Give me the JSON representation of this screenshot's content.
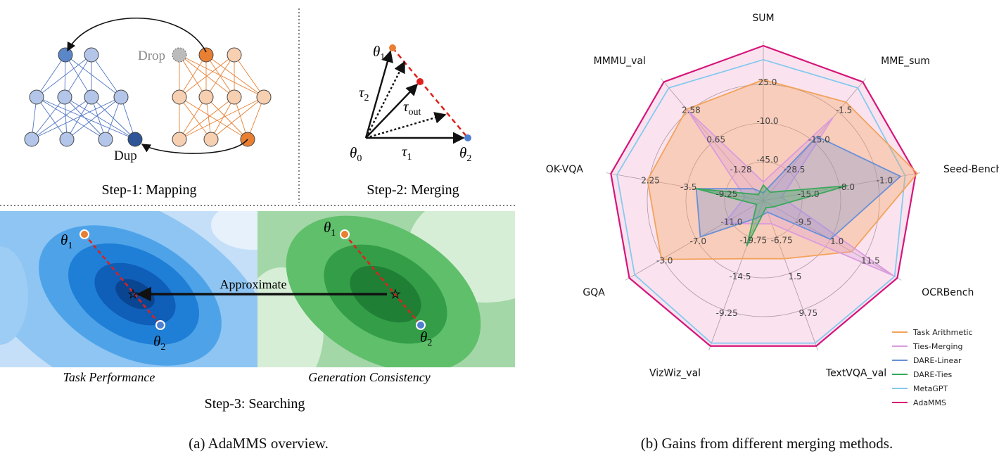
{
  "left_panel": {
    "step1": {
      "caption": "Step-1: Mapping",
      "drop_label": "Drop",
      "dup_label": "Dup"
    },
    "step2": {
      "caption": "Step-2: Merging",
      "theta0": "θ",
      "theta1": "θ",
      "theta2": "θ",
      "tau1": "τ",
      "tau2": "τ",
      "tau_out": "τ",
      "sub0": "0",
      "sub1": "1",
      "sub2": "2",
      "sub_out": "out"
    },
    "step3": {
      "caption": "Step-3: Searching",
      "approx_label": "Approximate",
      "left_title": "Task Performance",
      "right_title": "Generation Consistency",
      "theta1": "θ",
      "theta2": "θ",
      "sub1": "1",
      "sub2": "2"
    },
    "caption": "(a) AdaMMS overview."
  },
  "right_panel": {
    "caption": "(b) Gains from different merging methods."
  },
  "colors": {
    "blue_node": "#b3c6ea",
    "blue_dark": "#5b87c9",
    "blue_darker": "#2e5597",
    "orange_node": "#f7cfb1",
    "orange_dark": "#e87f32",
    "task_arithmetic": "#f3a35b",
    "ties_merging": "#d99cde",
    "dare_linear": "#6a8fd8",
    "dare_ties": "#3aa85a",
    "metagpt": "#86c9ef",
    "adamms": "#d6157a"
  },
  "chart_data": {
    "type": "radar",
    "axes": [
      "SUM",
      "MME_sum",
      "Seed-Bench_all",
      "OCRBench",
      "TextVQA_val",
      "VizWiz_val",
      "GQA",
      "OK-VQA",
      "MMMU_val"
    ],
    "tick_labels": [
      [
        "-45.0",
        "-10.0",
        "25.0"
      ],
      [
        "-28.5",
        "-15.0",
        "-1.5"
      ],
      [
        "-15.0",
        "-8.0",
        "-1.0"
      ],
      [
        "-9.5",
        "1.0",
        "11.5"
      ],
      [
        "-6.75",
        "1.5",
        "9.75"
      ],
      [
        "-19.75",
        "-14.5",
        "-9.25"
      ],
      [
        "-11.0",
        "-7.0",
        "-3.0"
      ],
      [
        "-9.25",
        "-3.5",
        "2.25"
      ],
      [
        "-1.28",
        "0.65",
        "2.58"
      ]
    ],
    "series": [
      {
        "name": "Task Arithmetic",
        "values": [
          0.78,
          0.83,
          1.01,
          0.66,
          0.4,
          0.4,
          0.76,
          0.76,
          0.77
        ]
      },
      {
        "name": "Ties-Merging",
        "values": [
          0.12,
          0.7,
          0.12,
          0.97,
          0.16,
          0.16,
          0.29,
          0.12,
          0.76
        ]
      },
      {
        "name": "DARE-Linear",
        "values": [
          0.05,
          0.54,
          0.9,
          0.5,
          0.08,
          0.12,
          0.47,
          0.44,
          0.1
        ]
      },
      {
        "name": "DARE-Ties",
        "values": [
          0.1,
          0.07,
          0.55,
          0.08,
          0.05,
          0.31,
          0.05,
          0.44,
          0.05
        ]
      },
      {
        "name": "MetaGPT",
        "values": [
          0.91,
          0.95,
          0.93,
          0.98,
          0.98,
          0.98,
          0.96,
          0.96,
          0.95
        ]
      },
      {
        "name": "AdaMMS",
        "values": [
          1.0,
          1.0,
          1.0,
          1.0,
          1.0,
          1.0,
          1.0,
          1.0,
          1.0
        ]
      }
    ],
    "range": [
      0,
      1
    ],
    "grid": true,
    "legend": "bottom-right"
  }
}
